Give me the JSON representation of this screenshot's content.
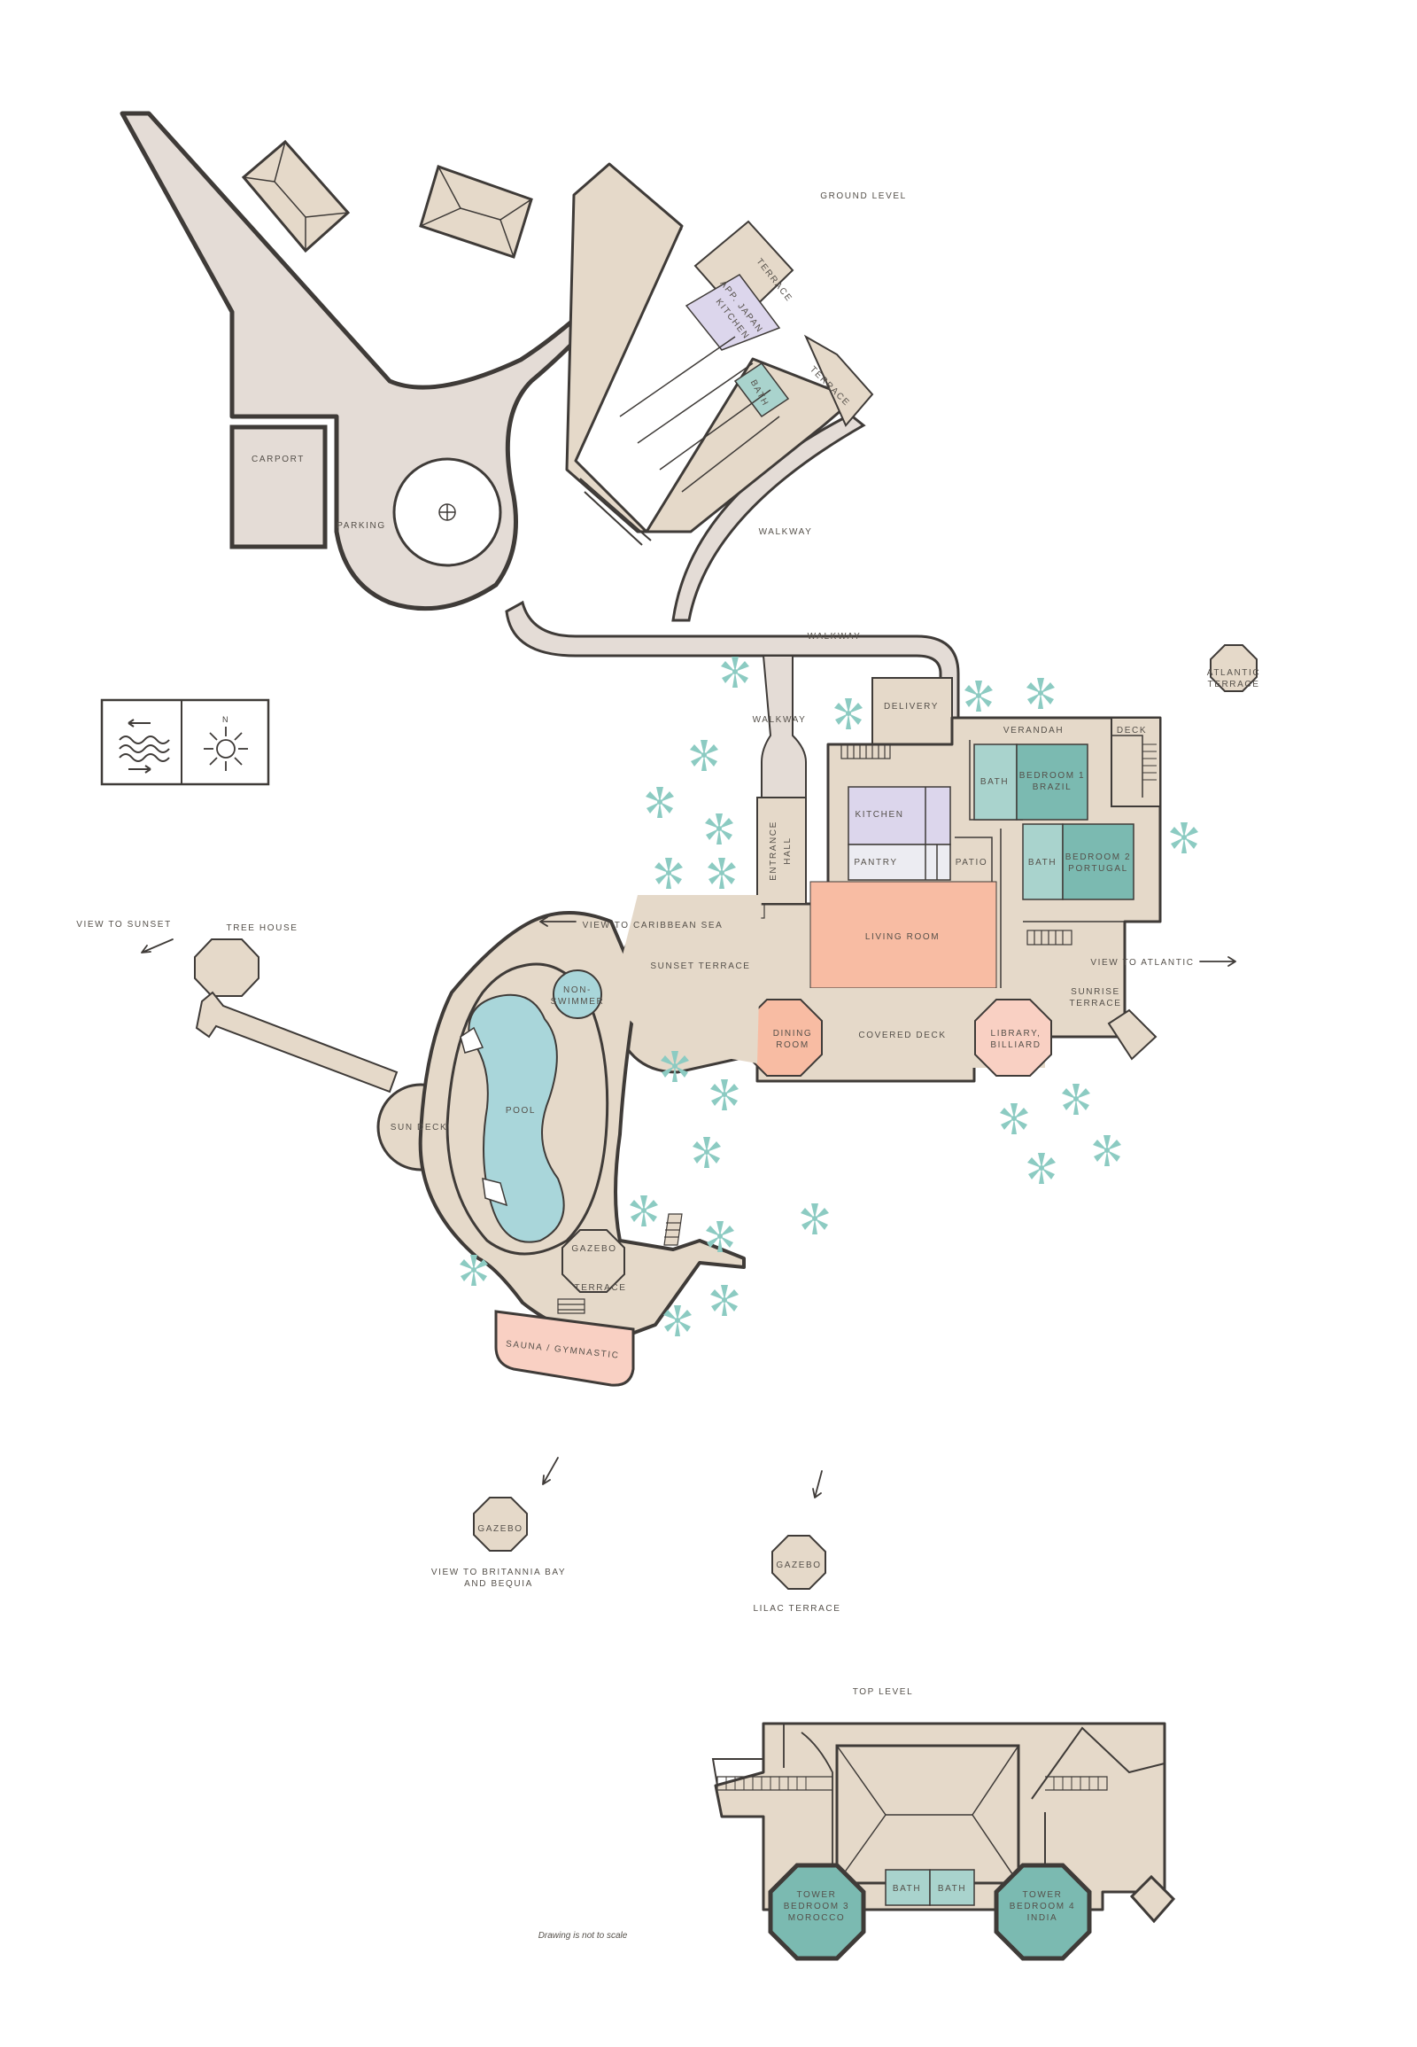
{
  "colors": {
    "ground": "#e5d9c9",
    "road": "#e4dcd6",
    "outline": "#3f3b38",
    "bedroom": "#7bbab1",
    "bath": "#a9d3cd",
    "kitchen": "#dcd6ec",
    "living": "#f8bca3",
    "sauna": "#f9d0c3",
    "pool": "#a9d6da",
    "palm": "#8ccbc2",
    "text": "#55504a"
  },
  "icons": {
    "compass": "compass-icon",
    "waves": "waves-icon",
    "palm": "palm-tree-icon",
    "arrow": "arrow-icon"
  },
  "labels": {
    "ground_level": "GROUND LEVEL",
    "top_level": "TOP LEVEL",
    "terrace_1": "TERRACE",
    "app_japan_kitchen_1": "APP. JAPAN",
    "app_japan_kitchen_2": "KITCHEN",
    "terrace_2": "TERRACE",
    "bath_app": "BATH",
    "carport": "CARPORT",
    "parking": "PARKING",
    "walkway_1": "WALKWAY",
    "walkway_2": "WALKWAY",
    "walkway_3": "WALKWAY",
    "delivery": "DELIVERY",
    "atlantic_terrace_1": "ATLANTIC",
    "atlantic_terrace_2": "TERRACE",
    "verandah": "VERANDAH",
    "deck": "DECK",
    "bath_1": "BATH",
    "bedroom1_1": "BEDROOM 1",
    "bedroom1_2": "BRAZIL",
    "kitchen": "KITCHEN",
    "pantry": "PANTRY",
    "patio": "PATIO",
    "bath_2": "BATH",
    "bedroom2_1": "BEDROOM 2",
    "bedroom2_2": "PORTUGAL",
    "entrance_hall_1": "ENTRANCE",
    "entrance_hall_2": "HALL",
    "view_to_sunset": "VIEW TO SUNSET",
    "tree_house": "TREE HOUSE",
    "view_to_caribbean": "VIEW TO CARIBBEAN SEA",
    "living_room": "LIVING ROOM",
    "view_to_atlantic": "VIEW TO ATLANTIC",
    "sunset_terrace": "SUNSET TERRACE",
    "non_swimmer_1": "NON-",
    "non_swimmer_2": "SWIMMER",
    "sunrise_terrace_1": "SUNRISE",
    "sunrise_terrace_2": "TERRACE",
    "dining_room_1": "DINING",
    "dining_room_2": "ROOM",
    "covered_deck": "COVERED DECK",
    "library_1": "LIBRARY,",
    "library_2": "BILLIARD",
    "sun_deck": "SUN DECK",
    "pool": "POOL",
    "gazebo_1": "GAZEBO",
    "terrace_3": "TERRACE",
    "sauna_gym": "SAUNA / GYMNASTIC",
    "gazebo_2": "GAZEBO",
    "view_britannia_1": "VIEW TO BRITANNIA BAY",
    "view_britannia_2": "AND BEQUIA",
    "gazebo_3": "GAZEBO",
    "lilac_terrace": "LILAC TERRACE",
    "bath_top_1": "BATH",
    "bath_top_2": "BATH",
    "tower3_1": "TOWER",
    "tower3_2": "BEDROOM 3",
    "tower3_3": "MOROCCO",
    "tower4_1": "TOWER",
    "tower4_2": "BEDROOM 4",
    "tower4_3": "INDIA",
    "note": "Drawing is not to scale"
  }
}
